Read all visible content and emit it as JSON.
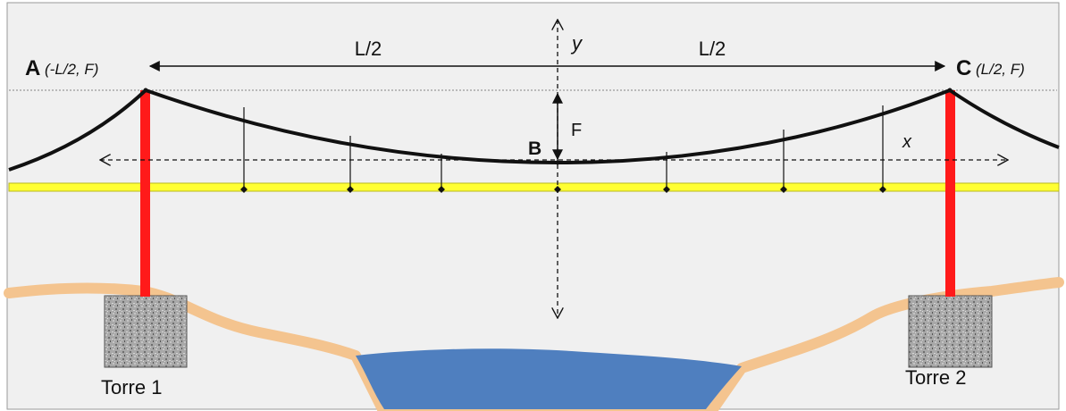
{
  "labels": {
    "point_a": "A",
    "point_a_coords": "(-L/2, F)",
    "point_b": "B",
    "point_c": "C",
    "point_c_coords": "(L/2, F)",
    "half_span_left": "L/2",
    "half_span_right": "L/2",
    "sag": "F",
    "x_axis": "x",
    "y_axis": "y",
    "tower_1": "Torre 1",
    "tower_2": "Torre 2"
  },
  "colors": {
    "cable": "#111111",
    "tower": "#ff1a1a",
    "deck": "#ffff33",
    "ground": "#f4c48f",
    "water": "#4f7fbf",
    "foundation": "#9a9a9a",
    "background": "#f0f0f0"
  }
}
